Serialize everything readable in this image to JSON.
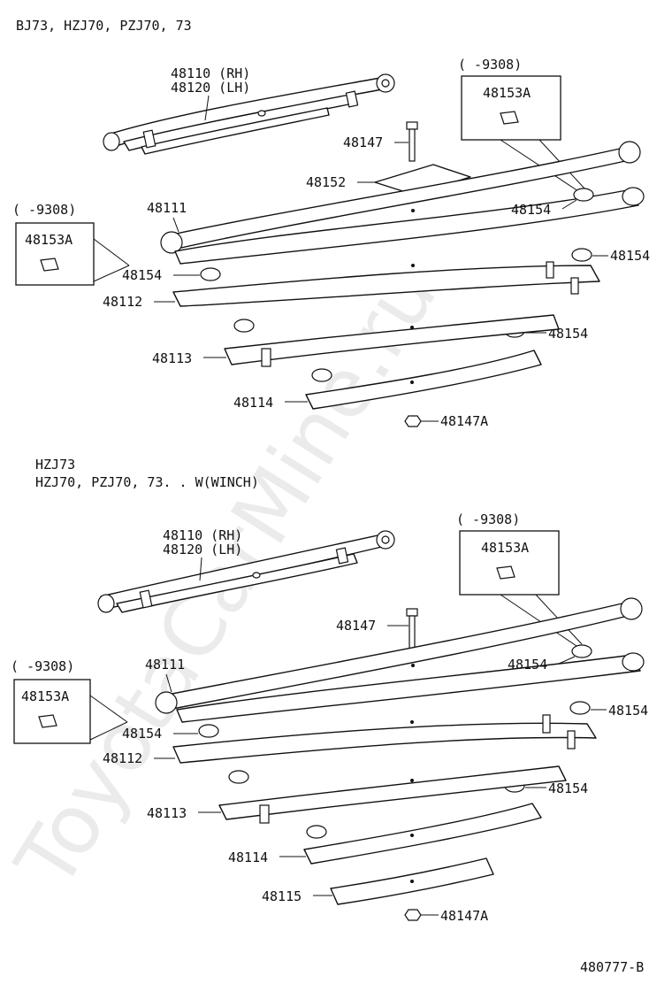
{
  "watermark": "ToyotaCarMine.ru",
  "figure_number": "480777-B",
  "sections": [
    {
      "header_lines": [
        "BJ73, HZJ70, PZJ70, 73"
      ],
      "spring_assy": [
        "48110 (RH)",
        "48120 (LH)"
      ],
      "inset_right": {
        "date": "(      -9308)",
        "part": "48153A"
      },
      "inset_left": {
        "date": "(      -9308)",
        "part": "48153A"
      },
      "bolt": "48147",
      "plate": "48152",
      "leaf_1": "48111",
      "pad_upper": "48154",
      "pad_right": "48154",
      "pad_left": "48154",
      "leaf_2": "48112",
      "pad_lower": "48154",
      "leaf_3": "48113",
      "leaf_4": "48114",
      "nut": "48147A"
    },
    {
      "header_lines": [
        "HZJ73",
        "HZJ70, PZJ70, 73. . W(WINCH)"
      ],
      "spring_assy": [
        "48110 (RH)",
        "48120 (LH)"
      ],
      "inset_right": {
        "date": "(      -9308)",
        "part": "48153A"
      },
      "inset_left": {
        "date": "(      -9308)",
        "part": "48153A"
      },
      "bolt": "48147",
      "leaf_1": "48111",
      "pad_upper": "48154",
      "pad_right": "48154",
      "pad_left": "48154",
      "leaf_2": "48112",
      "pad_lower": "48154",
      "leaf_3": "48113",
      "leaf_4": "48114",
      "leaf_5": "48115",
      "nut": "48147A"
    }
  ]
}
